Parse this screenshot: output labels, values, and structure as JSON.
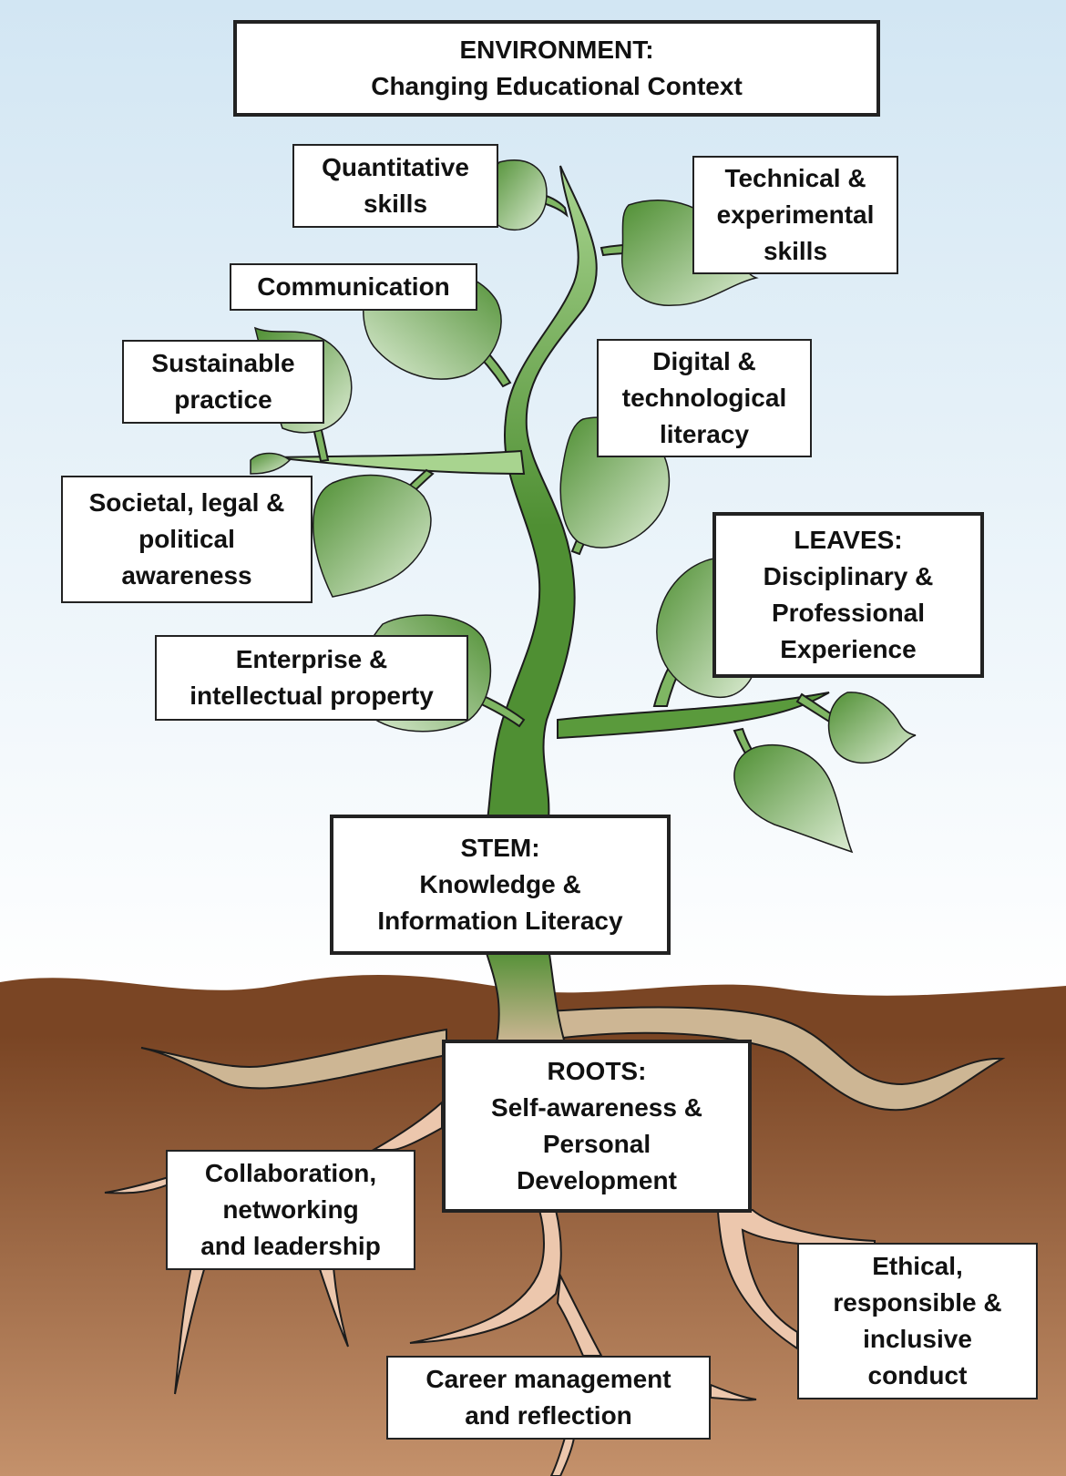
{
  "colors": {
    "sky_top": "#d2e6f3",
    "sky_bottom": "#ffffff",
    "soil_top": "#7a4524",
    "soil_bottom": "#c4916b",
    "stem_light": "#a8d48f",
    "stem_dark": "#4f8f33",
    "leaf_dark": "#4f8f33",
    "leaf_light": "#dcecd3",
    "root_upper": "#cdb694",
    "root_lower": "#ecc7ad",
    "outline": "#1c1c1c"
  },
  "environment": {
    "heading": "ENVIRONMENT:",
    "subtitle": "Changing Educational Context"
  },
  "leaves": {
    "heading": "LEAVES:",
    "lines": [
      "Disciplinary &",
      "Professional",
      "Experience"
    ],
    "items": [
      {
        "lines": [
          "Quantitative",
          "skills"
        ]
      },
      {
        "lines": [
          "Technical &",
          "experimental",
          "skills"
        ]
      },
      {
        "lines": [
          "Communication"
        ]
      },
      {
        "lines": [
          "Sustainable",
          "practice"
        ]
      },
      {
        "lines": [
          "Digital &",
          "technological",
          "literacy"
        ]
      },
      {
        "lines": [
          "Societal, legal &",
          "political",
          "awareness"
        ]
      },
      {
        "lines": [
          "Enterprise &",
          "intellectual property"
        ]
      }
    ]
  },
  "stem": {
    "heading": "STEM:",
    "lines": [
      "Knowledge &",
      "Information Literacy"
    ]
  },
  "roots": {
    "heading": "ROOTS:",
    "lines": [
      "Self-awareness &",
      "Personal",
      "Development"
    ],
    "items": [
      {
        "lines": [
          "Collaboration,",
          "networking",
          "and leadership"
        ]
      },
      {
        "lines": [
          "Ethical,",
          "responsible &",
          "inclusive",
          "conduct"
        ]
      },
      {
        "lines": [
          "Career management",
          "and reflection"
        ]
      }
    ]
  }
}
